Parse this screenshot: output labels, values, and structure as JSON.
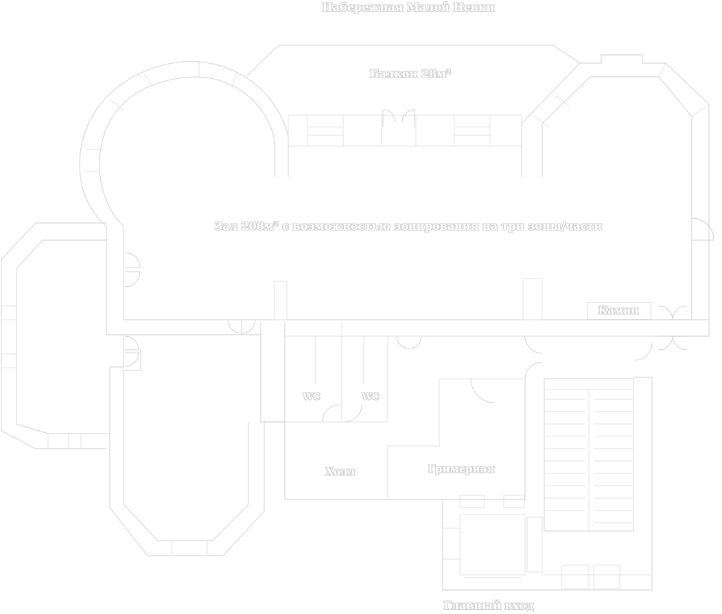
{
  "plan": {
    "street_label": "Набережная Малой Невки",
    "entrance_label": "Главный вход",
    "rooms": {
      "balcony": "Балкон 28м²",
      "hall": "Зал 208м² с возможностью зонирования на три зоны/части",
      "fireplace": "Камин",
      "wc_left": "WC",
      "wc_right": "WC",
      "lobby": "Холл",
      "dressing_room": "Гримерная"
    }
  }
}
